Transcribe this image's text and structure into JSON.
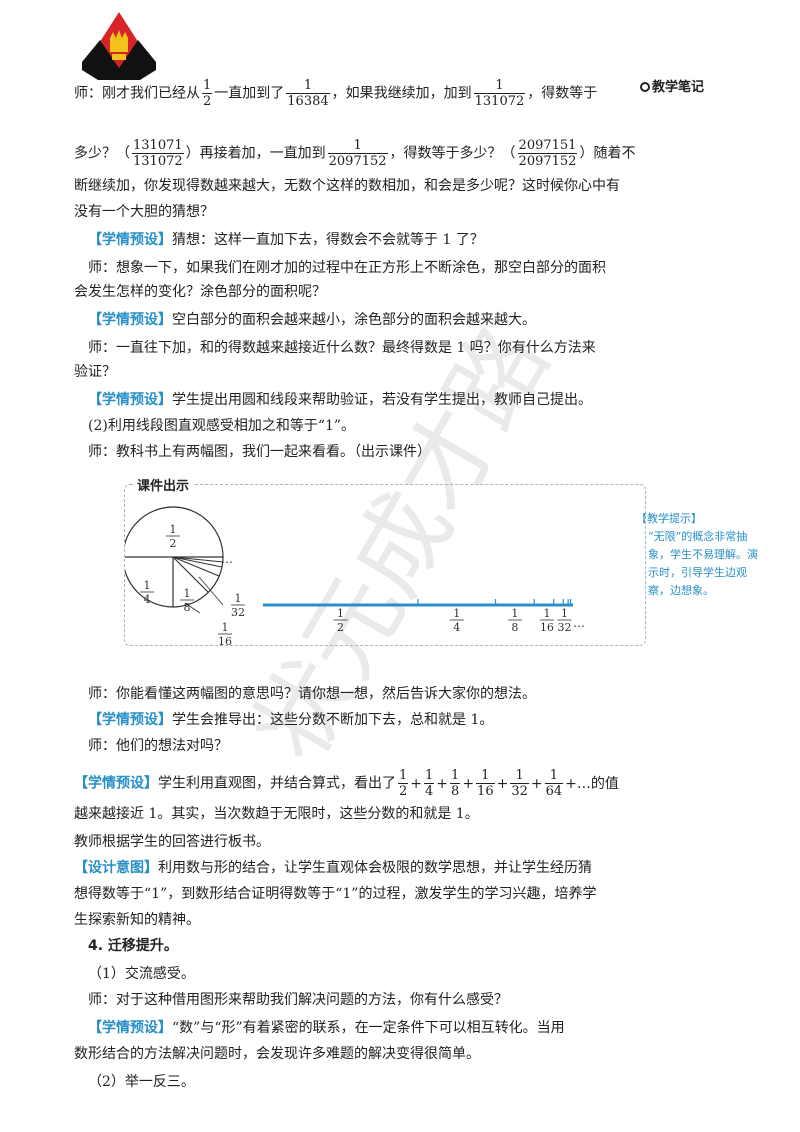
{
  "logo": {
    "icon": "shield-logo-icon",
    "colors": {
      "red": "#d8232a",
      "black": "#111111",
      "gold": "#f2c21b"
    }
  },
  "margin": {
    "notes_title": "教学笔记",
    "tip_title": "【教学提示】",
    "tip_body": "“无限”的概念非常抽象，学生不易理解。演示时，引导学生边观察，边想象。"
  },
  "watermark": "状元成才路",
  "para1": {
    "a": "师：刚才我们已经从",
    "f1n": "1",
    "f1d": "2",
    "b": "一直加到了",
    "f2n": "1",
    "f2d": "16384",
    "c": "，如果我继续加，加到",
    "f3n": "1",
    "f3d": "131072",
    "d": "，得数等于"
  },
  "para2": {
    "a": "多少？（",
    "f1n": "131071",
    "f1d": "131072",
    "b": "）再接着加，一直加到",
    "f2n": "1",
    "f2d": "2097152",
    "c": "，得数等于多少？（",
    "f3n": "2097151",
    "f3d": "2097152",
    "d": "）随着不"
  },
  "para2_line2": "断继续加，你发现得数越来越大，无数个这样的数相加，和会是多少呢？这时候你心中有",
  "para2_line3": "没有一个大胆的猜想？",
  "tag": "【学情预设】",
  "design_tag": "【设计意图】",
  "p3": "猜想：这样一直加下去，得数会不会就等于 1 了？",
  "p4a": "师：想象一下，如果我们在刚才加的过程中在正方形上不断涂色，那空白部分的面积",
  "p4b": "会发生怎样的变化？涂色部分的面积呢？",
  "p5": "空白部分的面积会越来越小，涂色部分的面积会越来越大。",
  "p6a": "师：一直往下加，和的得数越来越接近什么数？最终得数是 1 吗？你有什么方法来",
  "p6b": "验证？",
  "p7": "学生提出用圆和线段来帮助验证，若没有学生提出，教师自己提出。",
  "p8": "(2)利用线段图直观感受相加之和等于“1”。",
  "p9": "师：教科书上有两幅图，我们一起来看看。（出示课件）",
  "courseware": {
    "label": "课件出示",
    "circle_labels": [
      {
        "n": "1",
        "d": "2"
      },
      {
        "n": "1",
        "d": "4"
      },
      {
        "n": "1",
        "d": "8"
      },
      {
        "n": "1",
        "d": "16"
      },
      {
        "n": "1",
        "d": "32"
      }
    ],
    "circle_more": "…",
    "line_labels": [
      {
        "n": "1",
        "d": "2"
      },
      {
        "n": "1",
        "d": "4"
      },
      {
        "n": "1",
        "d": "8"
      },
      {
        "n": "1",
        "d": "16"
      },
      {
        "n": "1",
        "d": "32"
      }
    ],
    "line_more": "…",
    "line_color": "#2a8fc7"
  },
  "p10": "师：你能看懂这两幅图的意思吗？请你想一想，然后告诉大家你的想法。",
  "p11": "学生会推导出：这些分数不断加下去，总和就是 1。",
  "p12": "师：他们的想法对吗？",
  "p13": {
    "a": "学生利用直观图，并结合算式，看出了",
    "terms": [
      {
        "n": "1",
        "d": "2"
      },
      {
        "n": "1",
        "d": "4"
      },
      {
        "n": "1",
        "d": "8"
      },
      {
        "n": "1",
        "d": "16"
      },
      {
        "n": "1",
        "d": "32"
      },
      {
        "n": "1",
        "d": "64"
      }
    ],
    "plus": "+",
    "tail": "+…的值"
  },
  "p13b": "越来越接近 1。其实，当次数趋于无限时，这些分数的和就是 1。",
  "p14": "教师根据学生的回答进行板书。",
  "p15a": "利用数与形的结合，让学生直观体会极限的数学思想，并让学生经历猜",
  "p15b": "想得数等于“1”，到数形结合证明得数等于“1”的过程，激发学生的学习兴趣，培养学",
  "p15c": "生探索新知的精神。",
  "s4": "4. 迁移提升。",
  "p16": "（1）交流感受。",
  "p17": "师：对于这种借用图形来帮助我们解决问题的方法，你有什么感受？",
  "p18a": "“数”与“形”有着紧密的联系，在一定条件下可以相互转化。当用",
  "p18b": "数形结合的方法解决问题时，会发现许多难题的解决变得很简单。",
  "p19": "（2）举一反三。"
}
